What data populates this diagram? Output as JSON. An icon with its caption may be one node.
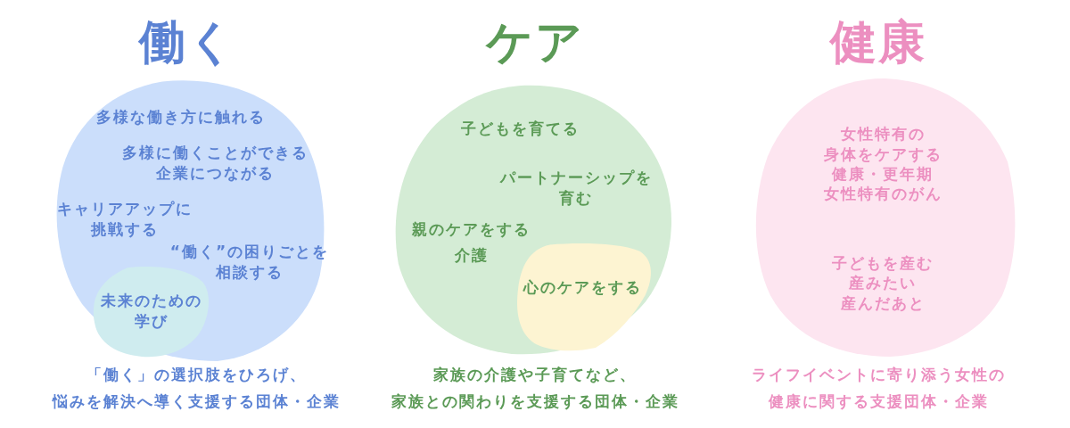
{
  "diagram": {
    "nodes": [
      {
        "text": [
          "働く",
          "多様な働き方に触れる",
          "多様に働くことができる企業につながる",
          "キャリアアップに挑戦する",
          "“働く”の困りごとを相談する"
        ],
        "beside": [
          "「働く」の選択肢をひろげ、悩みを解決へ導く支援する団体・企業"
        ]
      },
      {
        "text": [
          "未来のための学び"
        ],
        "in": 0
      },
      {
        "text": [
          "ケア",
          "子どもを育てる",
          "パートナーシップを育む",
          "親のケアをする",
          "介護"
        ],
        "beside": [
          "家族の介護や子育てなど、家族との関わりを支援する団体・企業"
        ]
      },
      {
        "text": [
          "心のケアをする"
        ],
        "in": 2
      },
      {
        "text": [
          "健康",
          "女性特有の身体をケアする",
          "健康・更年期",
          "女性特有のがん",
          "子どもを産む",
          "産みたい",
          "産んだあと"
        ],
        "beside": [
          "ライフイベントに寄り添う女性の健康に関する支援団体・企業"
        ]
      }
    ]
  }
}
